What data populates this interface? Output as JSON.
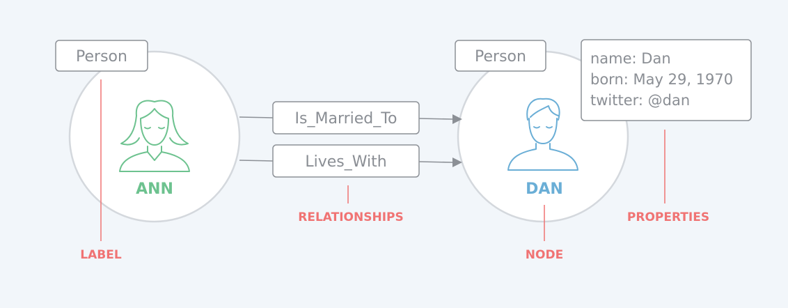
{
  "nodes": {
    "ann": {
      "name": "ANN",
      "label": "Person",
      "color": "#6dc28f",
      "icon": "woman-icon"
    },
    "dan": {
      "name": "DAN",
      "label": "Person",
      "color": "#6aaed6",
      "icon": "man-icon",
      "properties": [
        "name: Dan",
        "born: May 29, 1970",
        "twitter: @dan"
      ]
    }
  },
  "relationships": [
    "Is_Married_To",
    "Lives_With"
  ],
  "callouts": {
    "label": "LABEL",
    "relationships": "RELATIONSHIPS",
    "node": "NODE",
    "properties": "PROPERTIES"
  },
  "colors": {
    "background": "#f2f6fa",
    "callout": "#f07373",
    "outline": "#8c9096",
    "circle": "#d4d8dd"
  }
}
